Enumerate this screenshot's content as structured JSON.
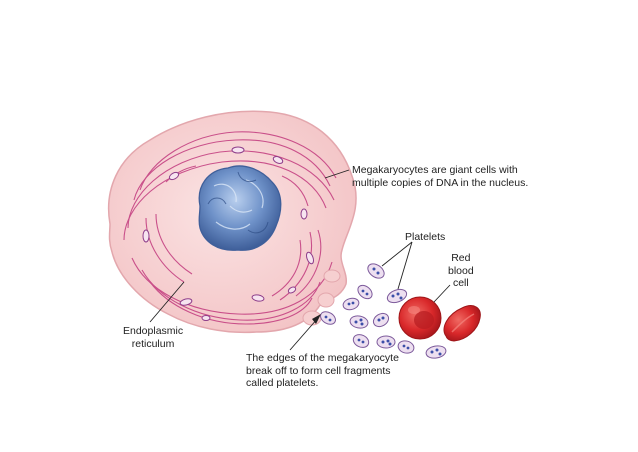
{
  "labels": {
    "megakaryocyte": "Megakaryocytes are giant cells with\nmultiple copies of DNA in the nucleus.",
    "platelets": "Platelets",
    "red_blood_cell": "Red\nblood\ncell",
    "endoplasmic_reticulum": "Endoplasmic\nreticulum",
    "edges": "The edges of the megakaryocyte\nbreak off to form cell fragments\ncalled platelets."
  },
  "colors": {
    "cytoplasm": "#f6cfd0",
    "er_membrane": "#c23a7e",
    "nucleus": "#5f86bf",
    "nucleus_highlight": "#a9c3e6",
    "platelet_fill": "#eddff0",
    "platelet_granule": "#3c4fa8",
    "red_blood_cell": "#d9282a",
    "leader_line": "#222222"
  }
}
